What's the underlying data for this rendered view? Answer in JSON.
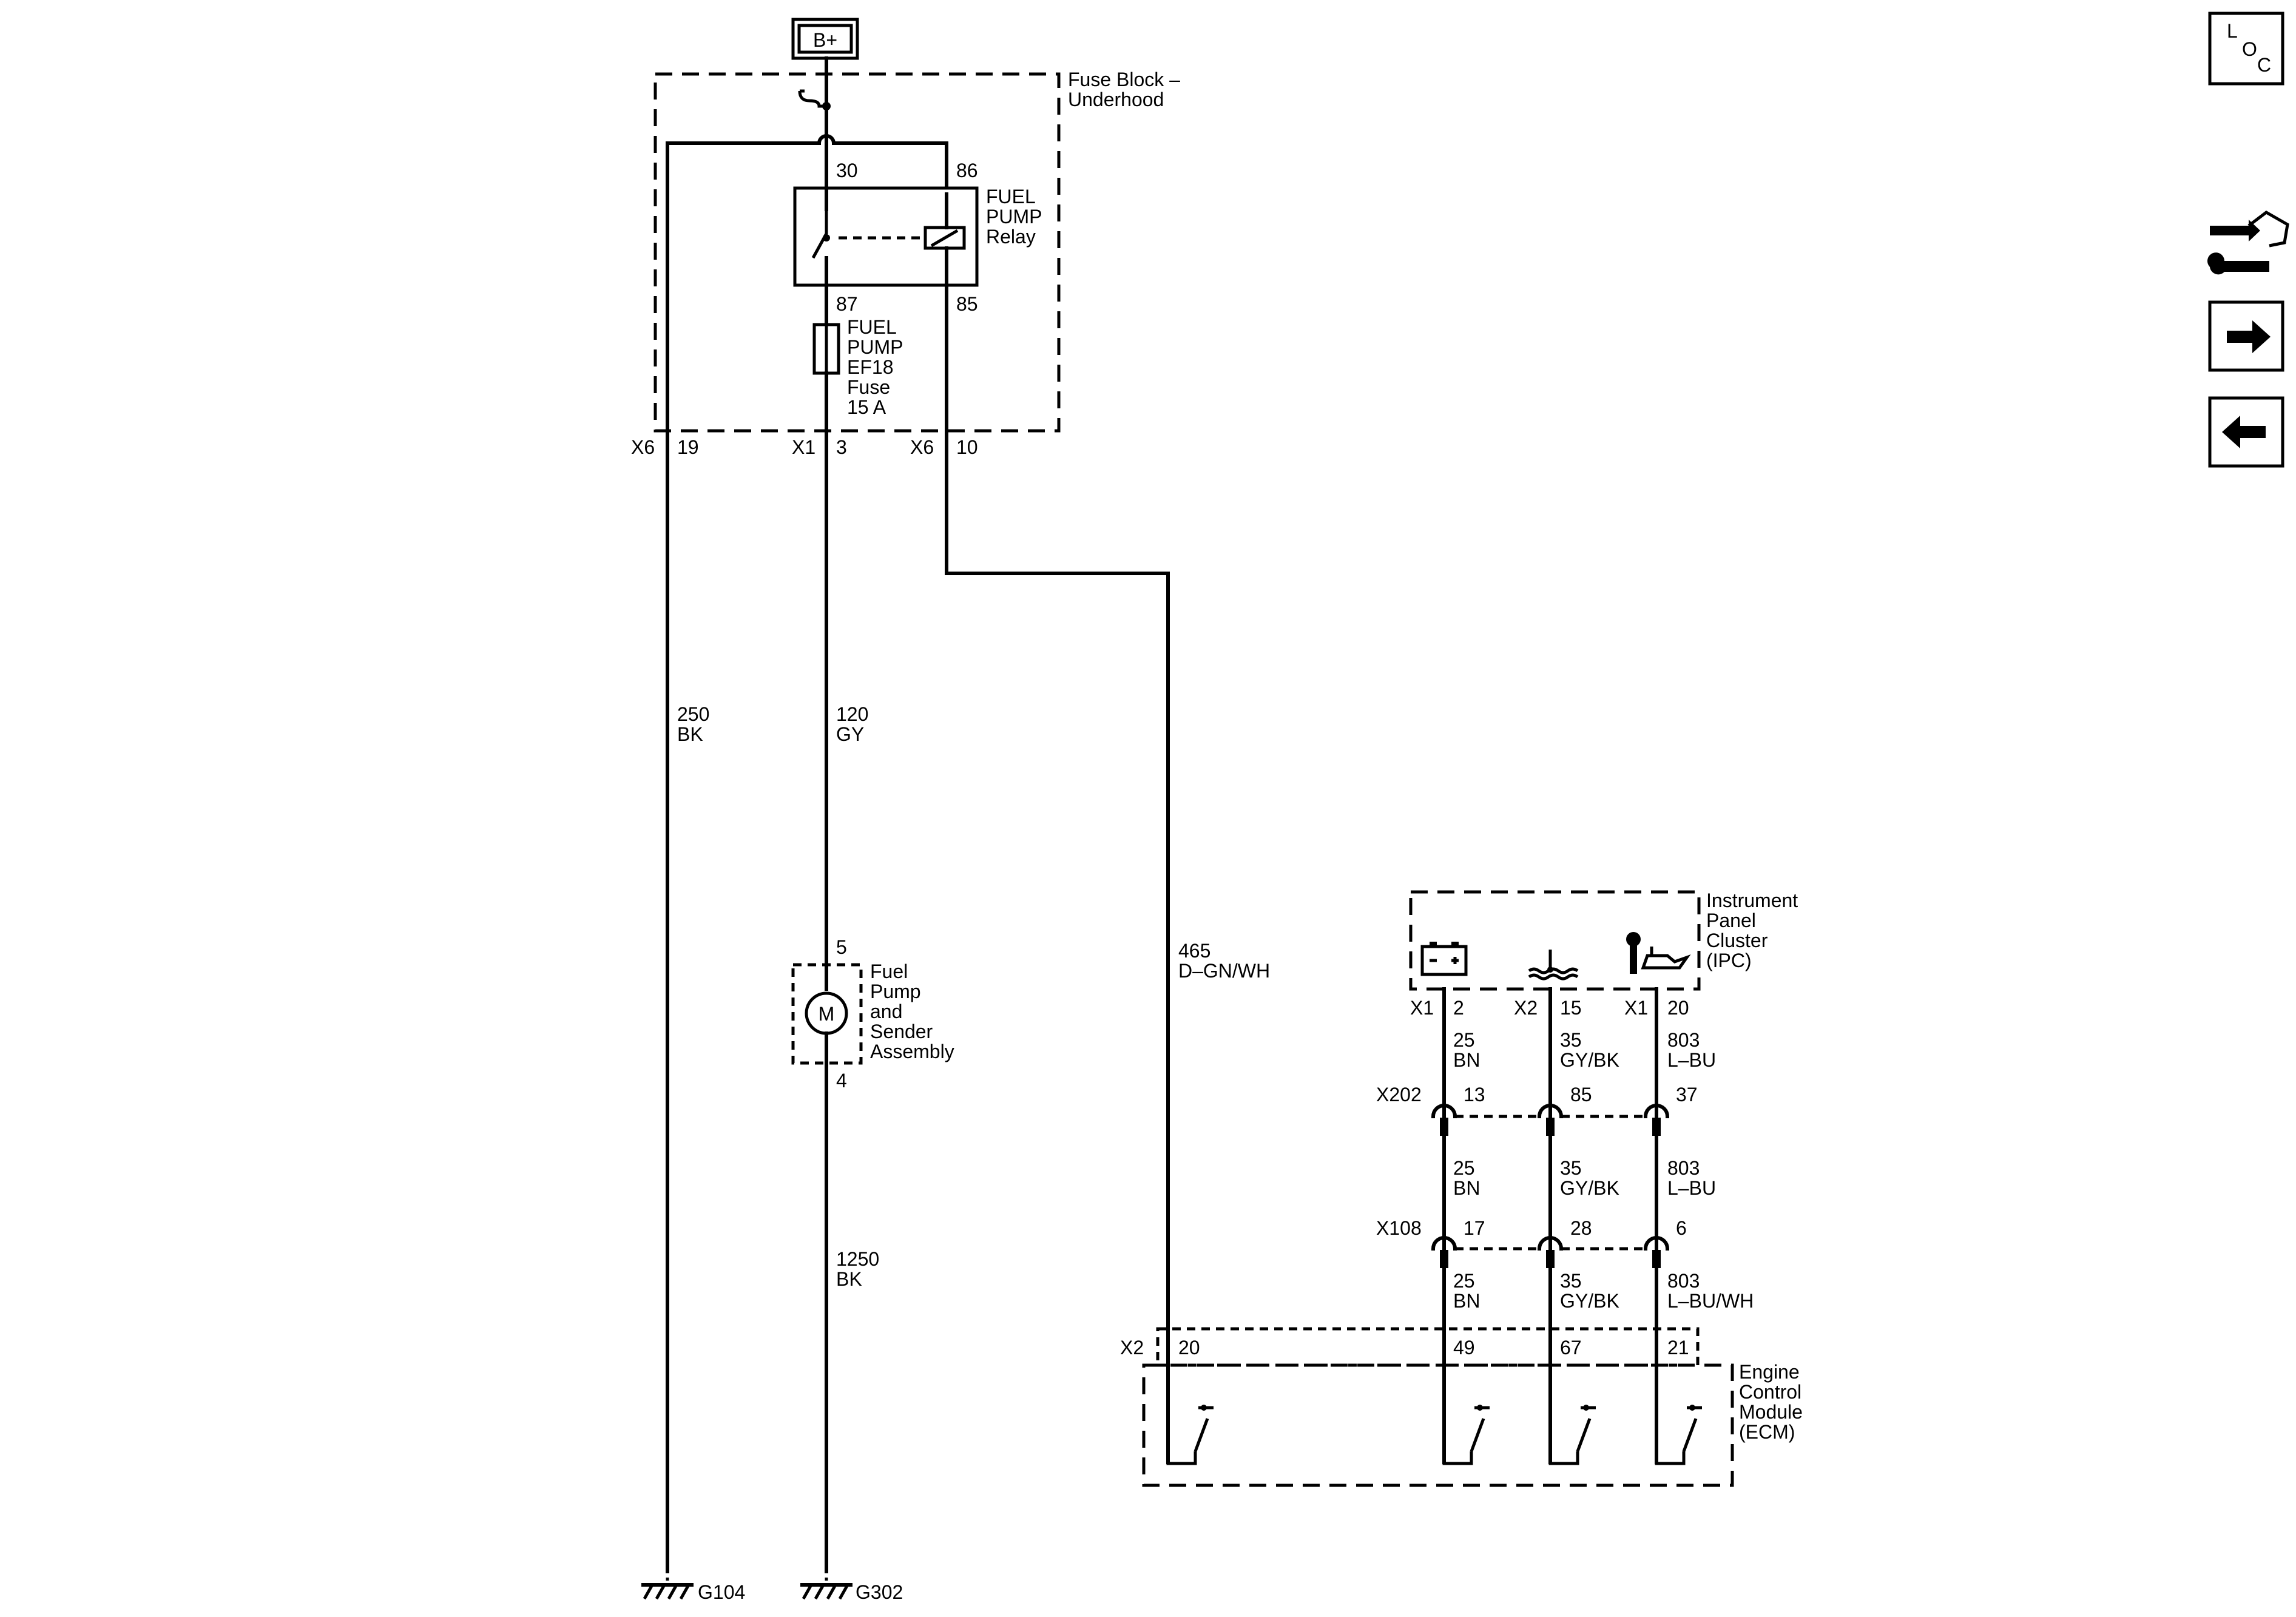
{
  "power": {
    "label": "B+"
  },
  "fuse_block": {
    "title_line1": "Fuse Block –",
    "title_line2": "Underhood"
  },
  "relay": {
    "name_line1": "FUEL",
    "name_line2": "PUMP",
    "name_line3": "Relay",
    "pin30": "30",
    "pin86": "86",
    "pin87": "87",
    "pin85": "85"
  },
  "fuse": {
    "line1": "FUEL",
    "line2": "PUMP",
    "line3": "EF18",
    "line4": "Fuse",
    "line5": "15 A"
  },
  "fuse_block_pins": {
    "left_conn": "X6",
    "left_pin": "19",
    "mid_conn": "X1",
    "mid_pin": "3",
    "right_conn": "X6",
    "right_pin": "10"
  },
  "wires": {
    "ground_upper_gauge": "250",
    "ground_upper_color": "BK",
    "feed_gauge": "120",
    "feed_color": "GY",
    "relay_ctrl_gauge": "465",
    "relay_ctrl_color": "D–GN/WH",
    "pump_ground_gauge": "1250",
    "pump_ground_color": "BK"
  },
  "pump": {
    "motor": "M",
    "pin_top": "5",
    "pin_bottom": "4",
    "name_line1": "Fuel",
    "name_line2": "Pump",
    "name_line3": "and",
    "name_line4": "Sender",
    "name_line5": "Assembly"
  },
  "ipc": {
    "name_line1": "Instrument",
    "name_line2": "Panel",
    "name_line3": "Cluster",
    "name_line4": "(IPC)",
    "c1_conn": "X1",
    "c1_pin": "2",
    "c2_conn": "X2",
    "c2_pin": "15",
    "c3_conn": "X1",
    "c3_pin": "20"
  },
  "circuits": [
    {
      "gauge": "25",
      "color_a": "BN",
      "color_b": "BN",
      "color_c": "BN",
      "x202_pin": "13",
      "x108_pin": "17",
      "ecm_pin": "49"
    },
    {
      "gauge": "35",
      "color_a": "GY/BK",
      "color_b": "GY/BK",
      "color_c": "GY/BK",
      "x202_pin": "85",
      "x108_pin": "28",
      "ecm_pin": "67"
    },
    {
      "gauge": "803",
      "color_a": "L–BU",
      "color_b": "L–BU",
      "color_c": "L–BU/WH",
      "x202_pin": "37",
      "x108_pin": "6",
      "ecm_pin": "21"
    }
  ],
  "connectors": {
    "x202": "X202",
    "x108": "X108",
    "ecm_conn": "X2",
    "ecm_ctrl_pin": "20"
  },
  "ecm": {
    "line1": "Engine",
    "line2": "Control",
    "line3": "Module",
    "line4": "(ECM)"
  },
  "grounds": {
    "g104": "G104",
    "g302": "G302"
  },
  "nav": {
    "loc_l": "L",
    "loc_o": "O",
    "loc_c": "C",
    "icons": [
      "location-icon",
      "connector-tools-icon",
      "next-arrow-icon",
      "previous-arrow-icon"
    ]
  }
}
